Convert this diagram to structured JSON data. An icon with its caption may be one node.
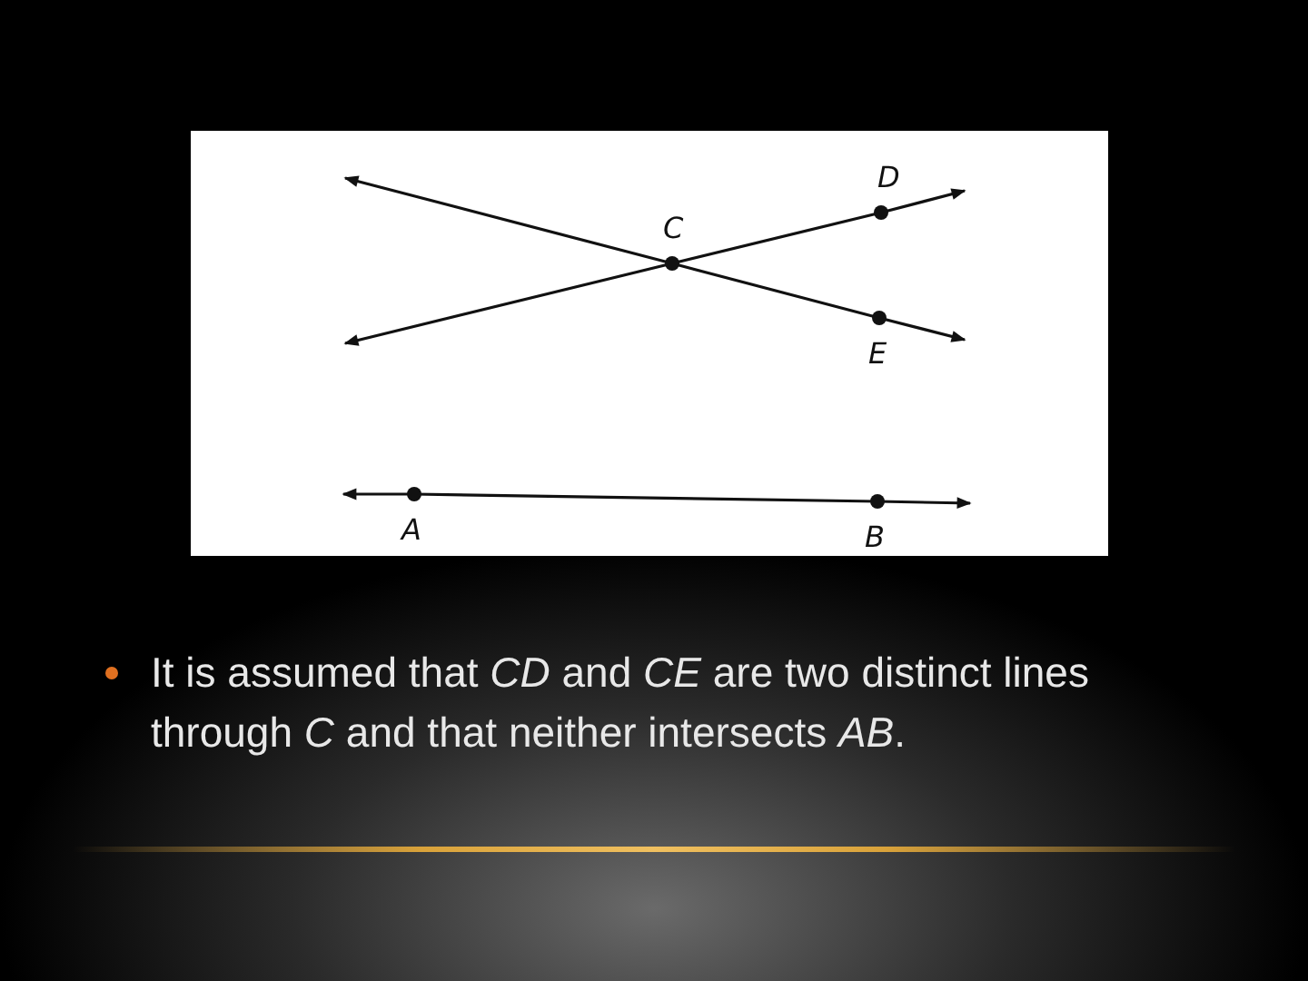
{
  "diagram": {
    "nodes": [
      {
        "text": [
          "C"
        ]
      },
      {
        "text": [
          "D"
        ]
      },
      {
        "text": [
          "E"
        ]
      },
      {
        "text": [
          "A"
        ]
      },
      {
        "text": [
          "B"
        ]
      }
    ],
    "edges": [
      {
        "from": 0,
        "to": 1,
        "arrow": "none"
      },
      {
        "from": 0,
        "to": null,
        "arrow": "to"
      },
      {
        "from": 1,
        "to": null,
        "arrow": "to"
      },
      {
        "from": 0,
        "to": 2,
        "arrow": "none"
      },
      {
        "from": 0,
        "to": null,
        "arrow": "to"
      },
      {
        "from": 2,
        "to": null,
        "arrow": "to"
      },
      {
        "from": 3,
        "to": 4,
        "arrow": "none"
      },
      {
        "from": 3,
        "to": null,
        "arrow": "to"
      },
      {
        "from": 4,
        "to": null,
        "arrow": "to"
      }
    ],
    "labels": [
      "It is assumed that *CD* and *CE* are two distinct lines through *C* and that neither intersects *AB*."
    ]
  }
}
